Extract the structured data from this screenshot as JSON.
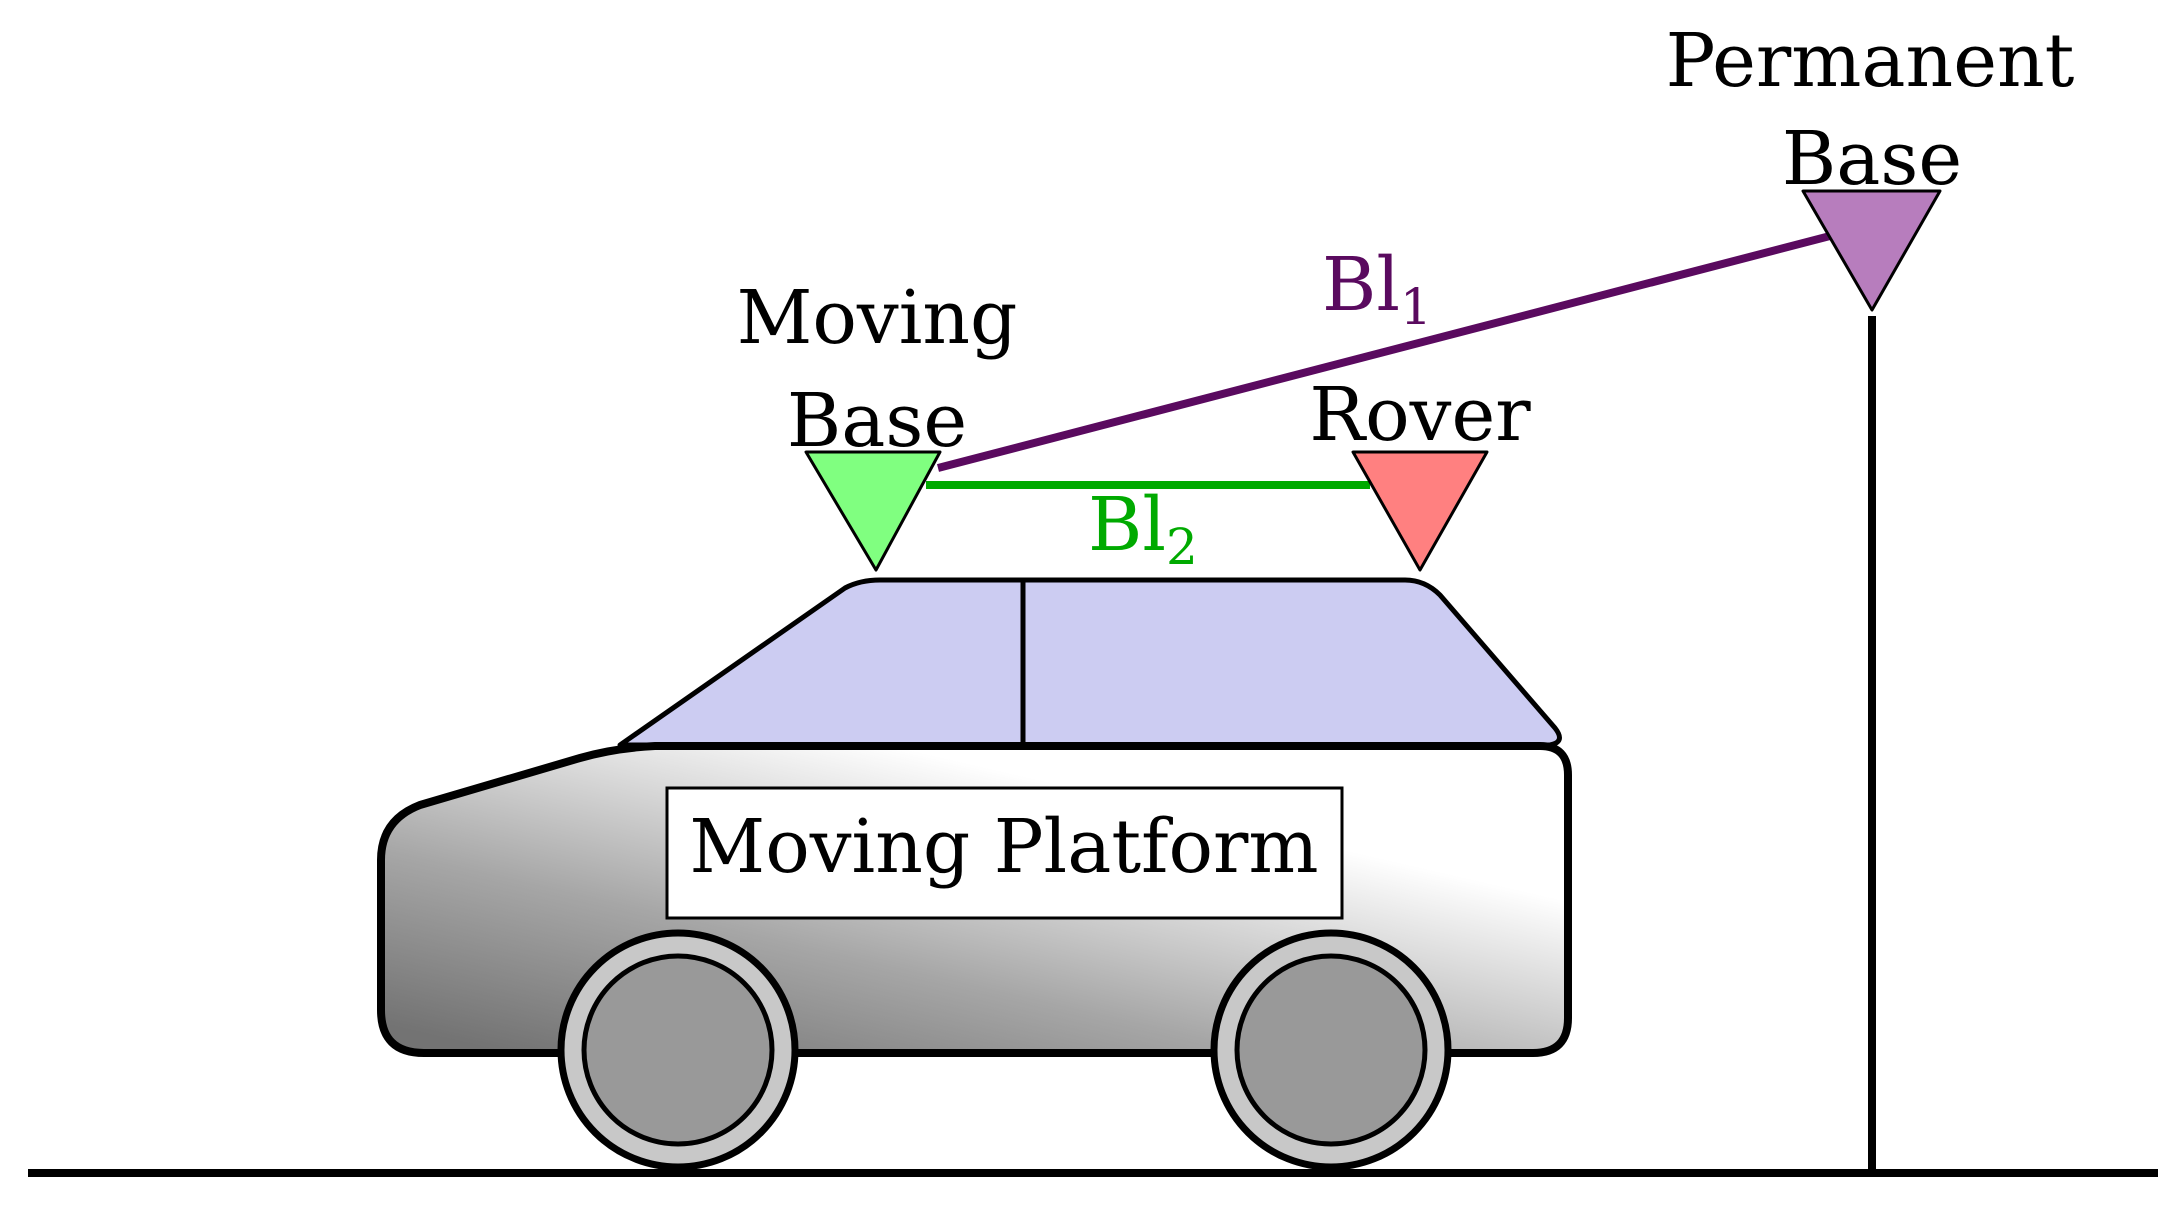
{
  "labels": {
    "permanent_base_line1": "Permanent",
    "permanent_base_line2": "Base",
    "moving_base_line1": "Moving",
    "moving_base_line2": "Base",
    "rover": "Rover",
    "platform": "Moving Platform",
    "baseline1_main": "Bl",
    "baseline1_sub": "1",
    "baseline2_main": "Bl",
    "baseline2_sub": "2"
  },
  "colors": {
    "permanent_base": "#b77dbd",
    "moving_base": "#80ff80",
    "rover": "#ff8080",
    "baseline1": "#5a0a5f",
    "baseline2": "#00aa00",
    "car_window": "#ccccf2",
    "wheel_tire": "#c8c8c8",
    "wheel_hub": "#999999"
  }
}
